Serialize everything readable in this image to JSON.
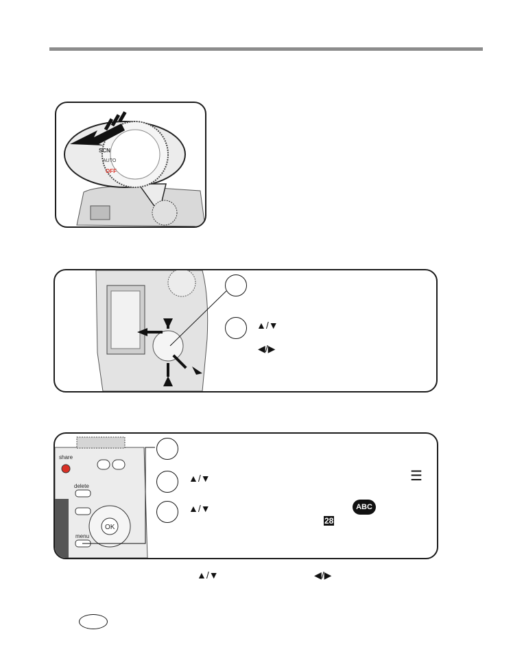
{
  "camera_dial_labels": {
    "scn": "SCN",
    "auto": "AUTO",
    "off": "OFF"
  },
  "camera_back_labels": {
    "share": "share",
    "delete": "delete",
    "menu": "menu",
    "ok": "OK"
  },
  "icons": {
    "up_down": "up-down-arrows-icon",
    "left_right": "left-right-arrows-icon",
    "settings_list": "settings-list-icon",
    "language": "language-abc-icon",
    "date_time": "date-time-icon"
  },
  "date_time_icon_number": "28",
  "language_icon_text": "ABC",
  "colors": {
    "rule": "#8c8c8c",
    "outline": "#1a1a1a",
    "camera_gray": "#d9d9d9",
    "accent_red": "#d93025"
  }
}
